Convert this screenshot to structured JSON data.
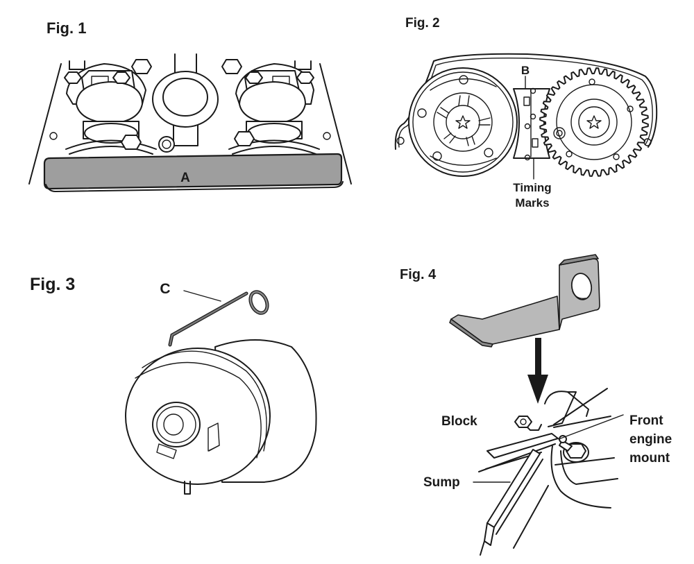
{
  "figures": {
    "fig1": {
      "title": "Fig. 1",
      "subject": "camshaft alignment plate fitted across camshafts",
      "callouts": {
        "a": "A"
      }
    },
    "fig2": {
      "title": "Fig. 2",
      "subject": "camshaft sprockets with timing chain",
      "callouts": {
        "b": "B",
        "timing_marks_line1": "Timing",
        "timing_marks_line2": "Marks"
      }
    },
    "fig3": {
      "title": "Fig. 3",
      "subject": "tensioner with locking pin",
      "callouts": {
        "c": "C"
      }
    },
    "fig4": {
      "title": "Fig. 4",
      "subject": "crankshaft locking tool inserted between block and sump",
      "callouts": {
        "block": "Block",
        "front_line1": "Front",
        "front_line2": "engine",
        "front_line3": "mount",
        "sump": "Sump"
      }
    }
  },
  "colors": {
    "ink": "#1a1a1a",
    "tool_fill": "#9e9e9e",
    "background": "#ffffff"
  }
}
